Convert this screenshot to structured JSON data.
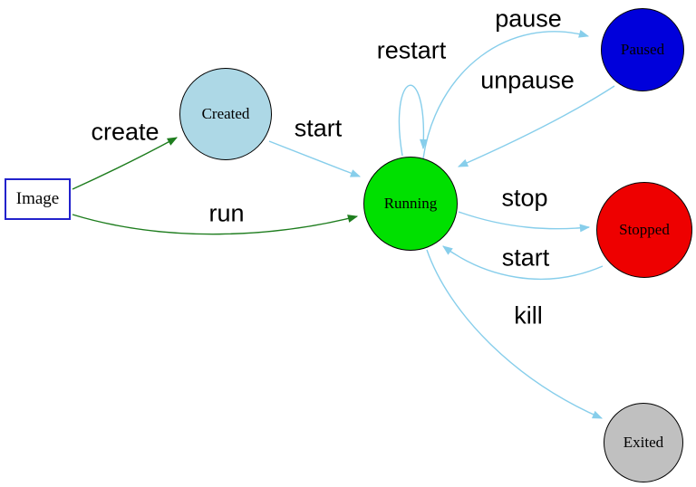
{
  "diagram": {
    "colors": {
      "background": "#ffffff",
      "node_border": "#000000",
      "text": "#000000",
      "transition_arrow": "#87ceeb",
      "action_arrow": "#1e7d1e"
    },
    "nodes": {
      "image": {
        "label": "Image",
        "shape": "rectangle",
        "fill": "#ffffff",
        "border_color": "#2222cc"
      },
      "created": {
        "label": "Created",
        "shape": "circle",
        "fill": "#add8e6"
      },
      "running": {
        "label": "Running",
        "shape": "circle",
        "fill": "#00e000"
      },
      "paused": {
        "label": "Paused",
        "shape": "circle",
        "fill": "#0000db"
      },
      "stopped": {
        "label": "Stopped",
        "shape": "circle",
        "fill": "#ee0000"
      },
      "exited": {
        "label": "Exited",
        "shape": "circle",
        "fill": "#c0c0c0"
      }
    },
    "edges": [
      {
        "label": "create",
        "from": "Image",
        "to": "Created",
        "color": "#1e7d1e"
      },
      {
        "label": "run",
        "from": "Image",
        "to": "Running",
        "color": "#1e7d1e"
      },
      {
        "label": "start",
        "from": "Created",
        "to": "Running",
        "color": "#87ceeb"
      },
      {
        "label": "restart",
        "from": "Running",
        "to": "Running",
        "color": "#87ceeb"
      },
      {
        "label": "pause",
        "from": "Running",
        "to": "Paused",
        "color": "#87ceeb"
      },
      {
        "label": "unpause",
        "from": "Paused",
        "to": "Running",
        "color": "#87ceeb"
      },
      {
        "label": "stop",
        "from": "Running",
        "to": "Stopped",
        "color": "#87ceeb"
      },
      {
        "label": "start",
        "from": "Stopped",
        "to": "Running",
        "color": "#87ceeb"
      },
      {
        "label": "kill",
        "from": "Running",
        "to": "Exited",
        "color": "#87ceeb"
      }
    ]
  }
}
